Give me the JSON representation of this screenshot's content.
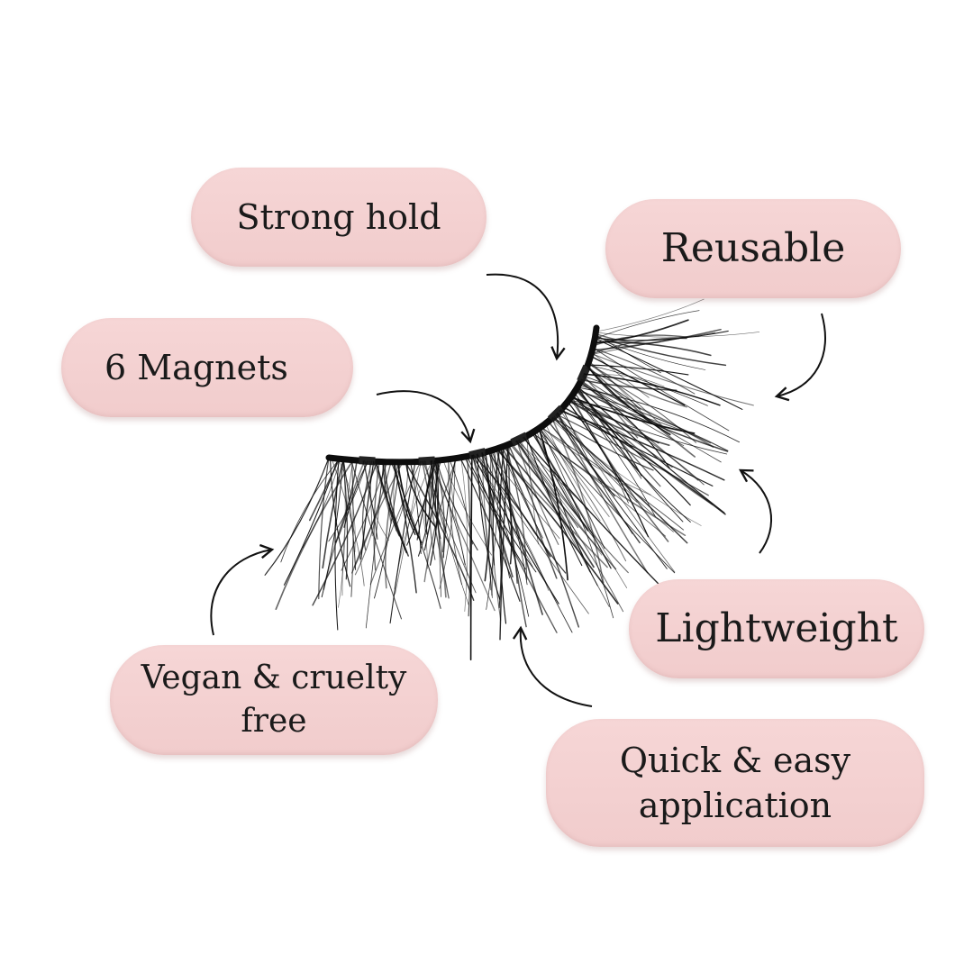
{
  "features": {
    "strong_hold": "Strong hold",
    "reusable": "Reusable",
    "magnets": "6 Magnets",
    "lightweight": "Lightweight",
    "vegan_line1": "Vegan & cruelty",
    "vegan_line2": "free",
    "quick_line1": "Quick & easy",
    "quick_line2": "application"
  },
  "colors": {
    "pill": "#f3d0d0",
    "text": "#1a1a1a",
    "lash": "#111111",
    "background": "#ffffff"
  },
  "icons": [
    "curved-arrow-icon",
    "eyelash-image"
  ]
}
